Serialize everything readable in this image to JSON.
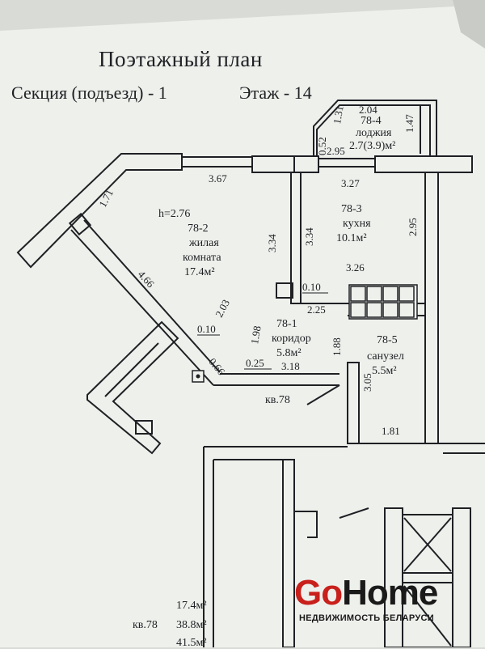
{
  "header": {
    "title": "Поэтажный план",
    "section": "Секция (подъезд) - 1",
    "floor": "Этаж - 14"
  },
  "rooms": {
    "living": {
      "number": "78-2",
      "name_line1": "жилая",
      "name_line2": "комната",
      "area": "17.4м²",
      "height": "h=2.76"
    },
    "kitchen": {
      "number": "78-3",
      "name": "кухня",
      "area": "10.1м²"
    },
    "loggia": {
      "number": "78-4",
      "name": "лоджия",
      "area": "2.7(3.9)м²"
    },
    "corridor": {
      "number": "78-1",
      "name": "коридор",
      "area": "5.8м²"
    },
    "bathroom": {
      "number": "78-5",
      "name": "санузел",
      "area": "5.5м²"
    }
  },
  "dimensions": {
    "d_2_04": "2.04",
    "d_1_31": "1.31",
    "d_1_47": "1.47",
    "d_0_52": "0.52",
    "d_2_95_loggia": "2.95",
    "d_3_67": "3.67",
    "d_3_27": "3.27",
    "d_1_71": "1.71",
    "d_3_34_left": "3.34",
    "d_3_34_right": "3.34",
    "d_2_95_kitchen": "2.95",
    "d_3_26": "3.26",
    "d_4_66": "4.66",
    "d_0_10_top": "0.10",
    "d_2_25": "2.25",
    "d_2_03": "2.03",
    "d_0_10_left": "0.10",
    "d_1_98": "1.98",
    "d_1_88": "1.88",
    "d_0_66": "0.66",
    "d_0_25": "0.25",
    "d_3_18": "3.18",
    "d_3_05": "3.05",
    "d_1_81": "1.81"
  },
  "apartment_label": "кв.78",
  "summary": {
    "living_area": "17.4м²",
    "apartment_label": "кв.78",
    "total_area": "38.8м²",
    "area_with_loggia": "41.5м²"
  },
  "logo": {
    "part1": "Go",
    "part2": "Home",
    "tagline": "НЕДВИЖИМОСТЬ БЕЛАРУСИ",
    "brand_red": "#c9201c",
    "brand_dark": "#1a1a1a"
  },
  "colors": {
    "paper": "#f1f3ef",
    "ink": "#1e2024",
    "background": "#d9dbd6"
  }
}
